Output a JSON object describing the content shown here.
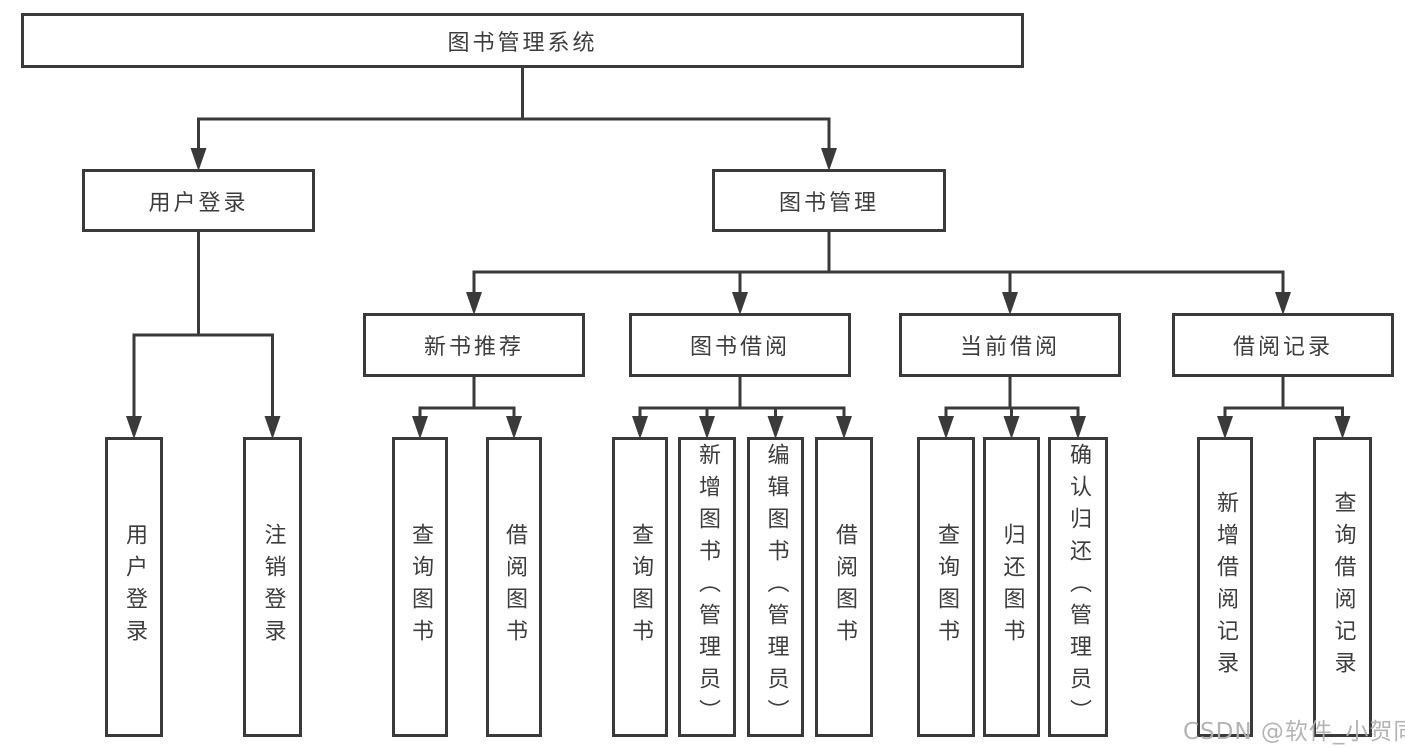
{
  "colors": {
    "line": "#3a3a3a",
    "text": "#3d3d3d",
    "box-bg": "#ffffff",
    "background": "#ffffff",
    "watermark": "#b0b0b0"
  },
  "watermark": {
    "text": "CSDN @软件_小贺同学"
  },
  "diagram": {
    "title": "图书管理系统",
    "nodes": [
      {
        "id": "root",
        "label": "图书管理系统",
        "level": 1,
        "parent": null
      },
      {
        "id": "user-login",
        "label": "用户登录",
        "level": 2,
        "parent": "root"
      },
      {
        "id": "book-management",
        "label": "图书管理",
        "level": 2,
        "parent": "root"
      },
      {
        "id": "new-book-recommend",
        "label": "新书推荐",
        "level": 3,
        "parent": "book-management"
      },
      {
        "id": "book-borrowing",
        "label": "图书借阅",
        "level": 3,
        "parent": "book-management"
      },
      {
        "id": "current-borrowing",
        "label": "当前借阅",
        "level": 3,
        "parent": "book-management"
      },
      {
        "id": "borrowing-records",
        "label": "借阅记录",
        "level": 3,
        "parent": "book-management"
      },
      {
        "id": "login-action",
        "label": "用户登录",
        "level": 4,
        "parent": "user-login"
      },
      {
        "id": "logout-action",
        "label": "注销登录",
        "level": 4,
        "parent": "user-login"
      },
      {
        "id": "query-books-recommend",
        "label": "查询图书",
        "level": 4,
        "parent": "new-book-recommend"
      },
      {
        "id": "borrow-books-recommend",
        "label": "借阅图书",
        "level": 4,
        "parent": "new-book-recommend"
      },
      {
        "id": "query-books-borrowing",
        "label": "查询图书",
        "level": 4,
        "parent": "book-borrowing"
      },
      {
        "id": "add-books-admin",
        "label": "新增图书（管理员）",
        "level": 4,
        "parent": "book-borrowing"
      },
      {
        "id": "edit-books-admin",
        "label": "编辑图书（管理员）",
        "level": 4,
        "parent": "book-borrowing"
      },
      {
        "id": "borrow-books-borrowing",
        "label": "借阅图书",
        "level": 4,
        "parent": "book-borrowing"
      },
      {
        "id": "query-books-current",
        "label": "查询图书",
        "level": 4,
        "parent": "current-borrowing"
      },
      {
        "id": "return-books",
        "label": "归还图书",
        "level": 4,
        "parent": "current-borrowing"
      },
      {
        "id": "confirm-return-admin",
        "label": "确认归还（管理员）",
        "level": 4,
        "parent": "current-borrowing"
      },
      {
        "id": "add-borrow-record",
        "label": "新增借阅记录",
        "level": 4,
        "parent": "borrowing-records"
      },
      {
        "id": "query-borrow-record",
        "label": "查询借阅记录",
        "level": 4,
        "parent": "borrowing-records"
      }
    ]
  }
}
